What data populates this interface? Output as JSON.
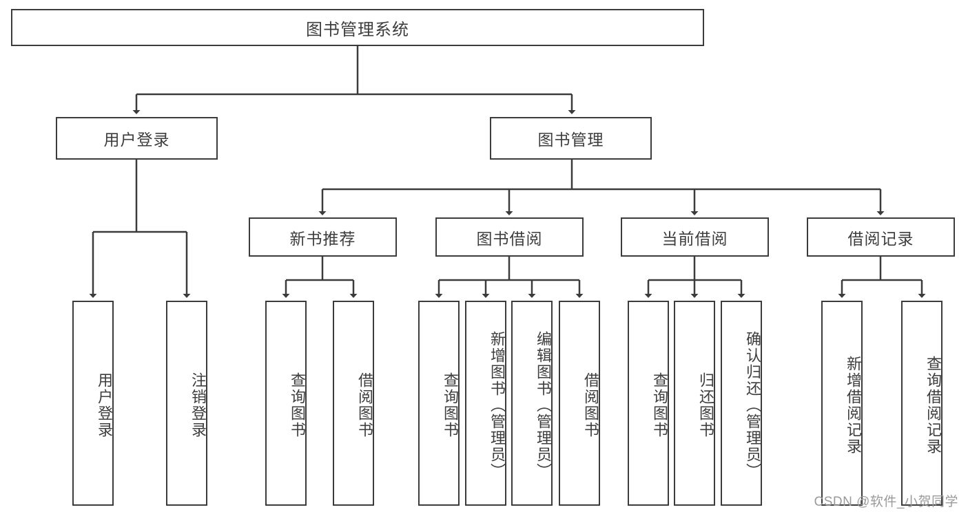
{
  "diagram": {
    "type": "tree-hierarchy-chart",
    "title_node": "图书管理系统",
    "stroke_color": "#3b3b3b",
    "background_color": "#ffffff",
    "text_color": "#3d3d3d",
    "root": {
      "label": "图书管理系统"
    },
    "level2": [
      {
        "label": "用户登录"
      },
      {
        "label": "图书管理"
      }
    ],
    "level3": [
      {
        "label": "新书推荐"
      },
      {
        "label": "图书借阅"
      },
      {
        "label": "当前借阅"
      },
      {
        "label": "借阅记录"
      }
    ],
    "leaves": {
      "user_login": [
        {
          "label": "用户登录"
        },
        {
          "label": "注销登录"
        }
      ],
      "new_book_recommend": [
        {
          "label": "查询图书"
        },
        {
          "label": "借阅图书"
        }
      ],
      "book_borrow": [
        {
          "label": "查询图书"
        },
        {
          "label": "新增图书（管理员）"
        },
        {
          "label": "编辑图书（管理员）"
        },
        {
          "label": "借阅图书"
        }
      ],
      "current_borrow": [
        {
          "label": "查询图书"
        },
        {
          "label": "归还图书"
        },
        {
          "label": "确认归还（管理员）"
        }
      ],
      "borrow_record": [
        {
          "label": "新增借阅记录"
        },
        {
          "label": "查询借阅记录"
        }
      ]
    },
    "watermark": "CSDN @软件_小贺同学"
  }
}
